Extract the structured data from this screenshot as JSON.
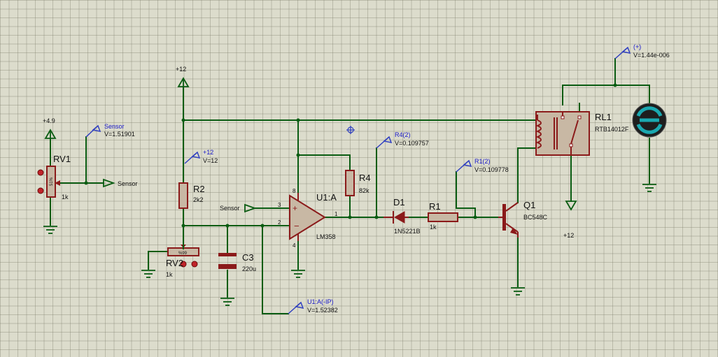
{
  "components": {
    "rv1": {
      "ref": "RV1",
      "value": "1k",
      "wiper": "51%"
    },
    "rv2": {
      "ref": "RV2",
      "value": "1k",
      "wiper": "%99"
    },
    "r2": {
      "ref": "R2",
      "value": "2k2"
    },
    "r4": {
      "ref": "R4",
      "value": "82k"
    },
    "r1": {
      "ref": "R1",
      "value": "1k"
    },
    "c3": {
      "ref": "C3",
      "value": "220u"
    },
    "u1": {
      "ref": "U1:A",
      "part": "LM358",
      "pin_plus": "3",
      "pin_minus": "2",
      "pin_out": "1",
      "pin_vcc": "8",
      "pin_gnd": "4"
    },
    "d1": {
      "ref": "D1",
      "part": "1N5221B"
    },
    "q1": {
      "ref": "Q1",
      "part": "BC548C"
    },
    "rl1": {
      "ref": "RL1",
      "part": "RTB14012F"
    }
  },
  "supplies": {
    "plus49": "+4.9",
    "plus12_left": "+12",
    "plus12_relay": "+12"
  },
  "terminals": {
    "sensor_out": "Sensor",
    "sensor_in": "Sensor"
  },
  "probes": [
    {
      "name": "Sensor",
      "value": "V=1.51901"
    },
    {
      "name": "+12",
      "value": "V=12"
    },
    {
      "name": "R4(2)",
      "value": "V=0.109757"
    },
    {
      "name": "R1(2)",
      "value": "V=0.109778"
    },
    {
      "name": "(+)",
      "value": "V=1.44e-006"
    },
    {
      "name": "U1:A(-IP)",
      "value": "V=1.52382"
    }
  ],
  "colors": {
    "wire": "#0a5c12",
    "component": "#8b1a1a",
    "probe": "#1818c8",
    "background": "#dcdccc",
    "motor_accent": "#1aa8b0"
  }
}
